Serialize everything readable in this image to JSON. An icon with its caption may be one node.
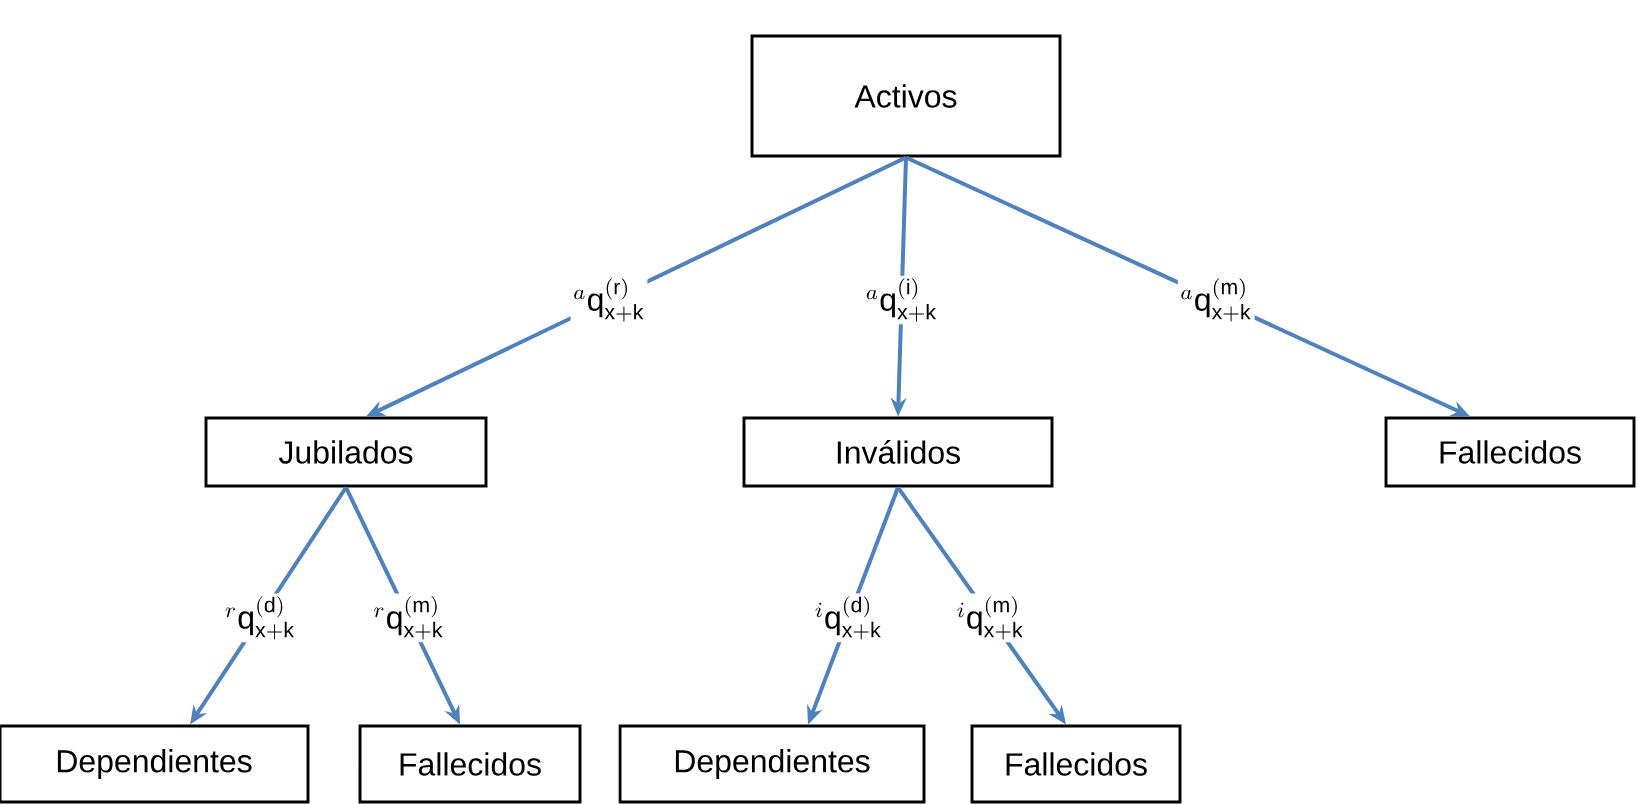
{
  "diagram": {
    "nodes": [
      {
        "text": [
          "Activos"
        ]
      },
      {
        "text": [
          "Jubilados"
        ]
      },
      {
        "text": [
          "Inválidos"
        ]
      },
      {
        "text": [
          "Fallecidos"
        ]
      },
      {
        "text": [
          "Dependientes"
        ]
      },
      {
        "text": [
          "Fallecidos"
        ]
      },
      {
        "text": [
          "Dependientes"
        ]
      },
      {
        "text": [
          "Fallecidos"
        ]
      }
    ],
    "edges": [
      {
        "from": 0,
        "to": 1,
        "arrow": "to",
        "label": "{}^{a}\\mathrm{q}^{(\\mathrm{r})}_{\\mathrm{x+k}}"
      },
      {
        "from": 0,
        "to": 2,
        "arrow": "to",
        "label": "{}^{a}\\mathrm{q}^{(\\mathrm{i})}_{\\mathrm{x+k}}"
      },
      {
        "from": 0,
        "to": 3,
        "arrow": "to",
        "label": "{}^{a}\\mathrm{q}^{(\\mathrm{m})}_{\\mathrm{x+k}}"
      },
      {
        "from": 1,
        "to": 4,
        "arrow": "to",
        "label": "{}^{r}\\mathrm{q}^{(\\mathrm{d})}_{\\mathrm{x+k}}"
      },
      {
        "from": 1,
        "to": 5,
        "arrow": "to",
        "label": "{}^{r}\\mathrm{q}^{(\\mathrm{m})}_{\\mathrm{x+k}}"
      },
      {
        "from": 2,
        "to": 6,
        "arrow": "to",
        "label": "{}^{i}\\mathrm{q}^{(\\mathrm{d})}_{\\mathrm{x+k}}"
      },
      {
        "from": 2,
        "to": 7,
        "arrow": "to",
        "label": "{}^{i}\\mathrm{q}^{(\\mathrm{m})}_{\\mathrm{x+k}}"
      }
    ]
  }
}
